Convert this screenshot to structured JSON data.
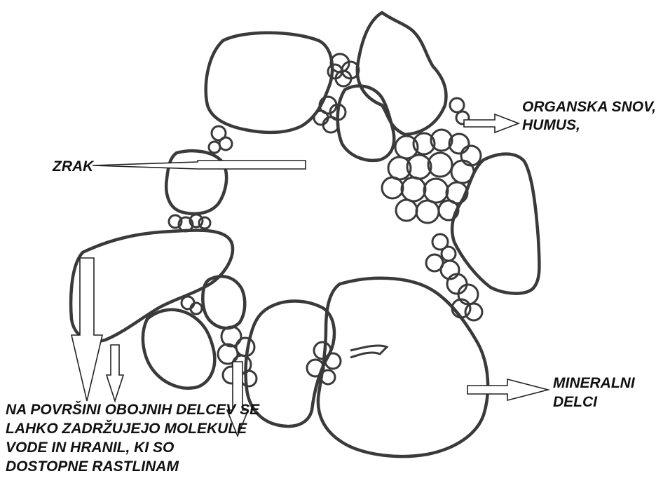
{
  "labels": {
    "organic_line1": "ORGANSKA SNOV,",
    "organic_line2": "HUMUS,",
    "air": "ZRAK",
    "mineral_line1": "MINERALNI",
    "mineral_line2": "DELCI",
    "surface_line1": "NA POVRŠINI OBOJNIH DELCEV SE",
    "surface_line2": "LAHKO ZADRŽUJEJO MOLEKULE",
    "surface_line3": "VODE IN HRANIL, KI SO",
    "surface_line4": "DOSTOPNE RASTLINAM"
  },
  "colors": {
    "outline": "#3a3a3a",
    "text": "#111111",
    "background": "#ffffff"
  }
}
